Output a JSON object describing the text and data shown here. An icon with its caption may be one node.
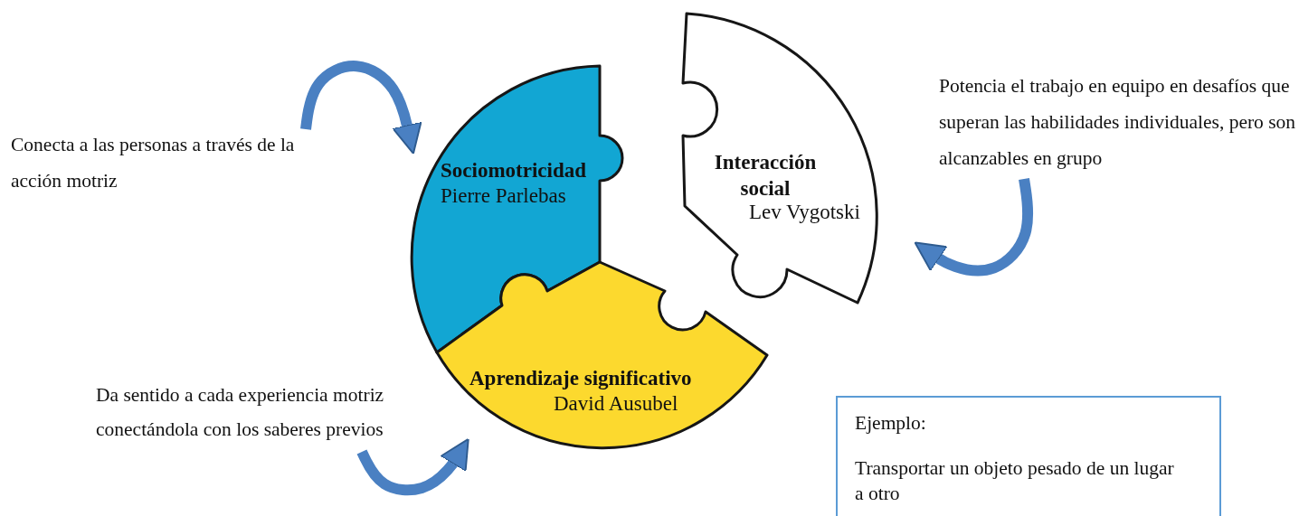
{
  "diagram": {
    "nodes": [
      {
        "text": [
          "Sociomotricidad",
          "Pierre Parlebas"
        ]
      },
      {
        "text": [
          "Interacción social",
          "Lev Vygotski"
        ]
      },
      {
        "text": [
          "Aprendizaje significativo",
          "David Ausubel"
        ]
      },
      {
        "text": [
          "Conecta a las personas a través de la acción motriz"
        ]
      },
      {
        "text": [
          "Potencia el trabajo en equipo en desafíos que superan las habilidades individuales, pero son alcanzables en grupo"
        ]
      },
      {
        "text": [
          "Da sentido a cada experiencia motriz conectándola con los saberes previos"
        ]
      },
      {
        "text": [
          "Ejemplo:",
          "Transportar un objeto pesado de un lugar a otro"
        ]
      }
    ],
    "edges": [
      {
        "from": 3,
        "to": 0,
        "arrow": "to"
      },
      {
        "from": 4,
        "to": 1,
        "arrow": "to"
      },
      {
        "from": 5,
        "to": 2,
        "arrow": "to"
      }
    ]
  }
}
